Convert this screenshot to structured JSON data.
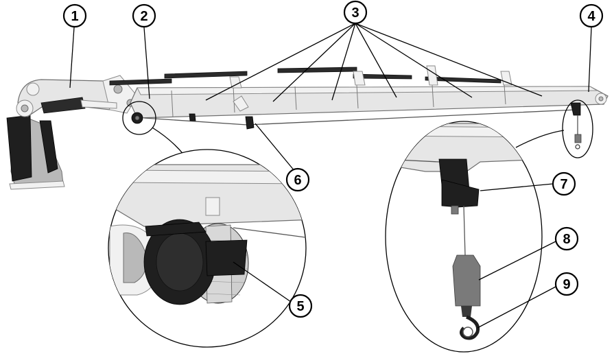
{
  "callouts": [
    {
      "id": "1",
      "label": "1"
    },
    {
      "id": "2",
      "label": "2"
    },
    {
      "id": "3",
      "label": "3"
    },
    {
      "id": "4",
      "label": "4"
    },
    {
      "id": "5",
      "label": "5"
    },
    {
      "id": "6",
      "label": "6"
    },
    {
      "id": "7",
      "label": "7"
    },
    {
      "id": "8",
      "label": "8"
    },
    {
      "id": "9",
      "label": "9"
    }
  ],
  "colors": {
    "boom": "#e6e6e6",
    "cylinder": "#2b2b2b",
    "winch": "#1f1f1f",
    "outline": "#000000"
  }
}
